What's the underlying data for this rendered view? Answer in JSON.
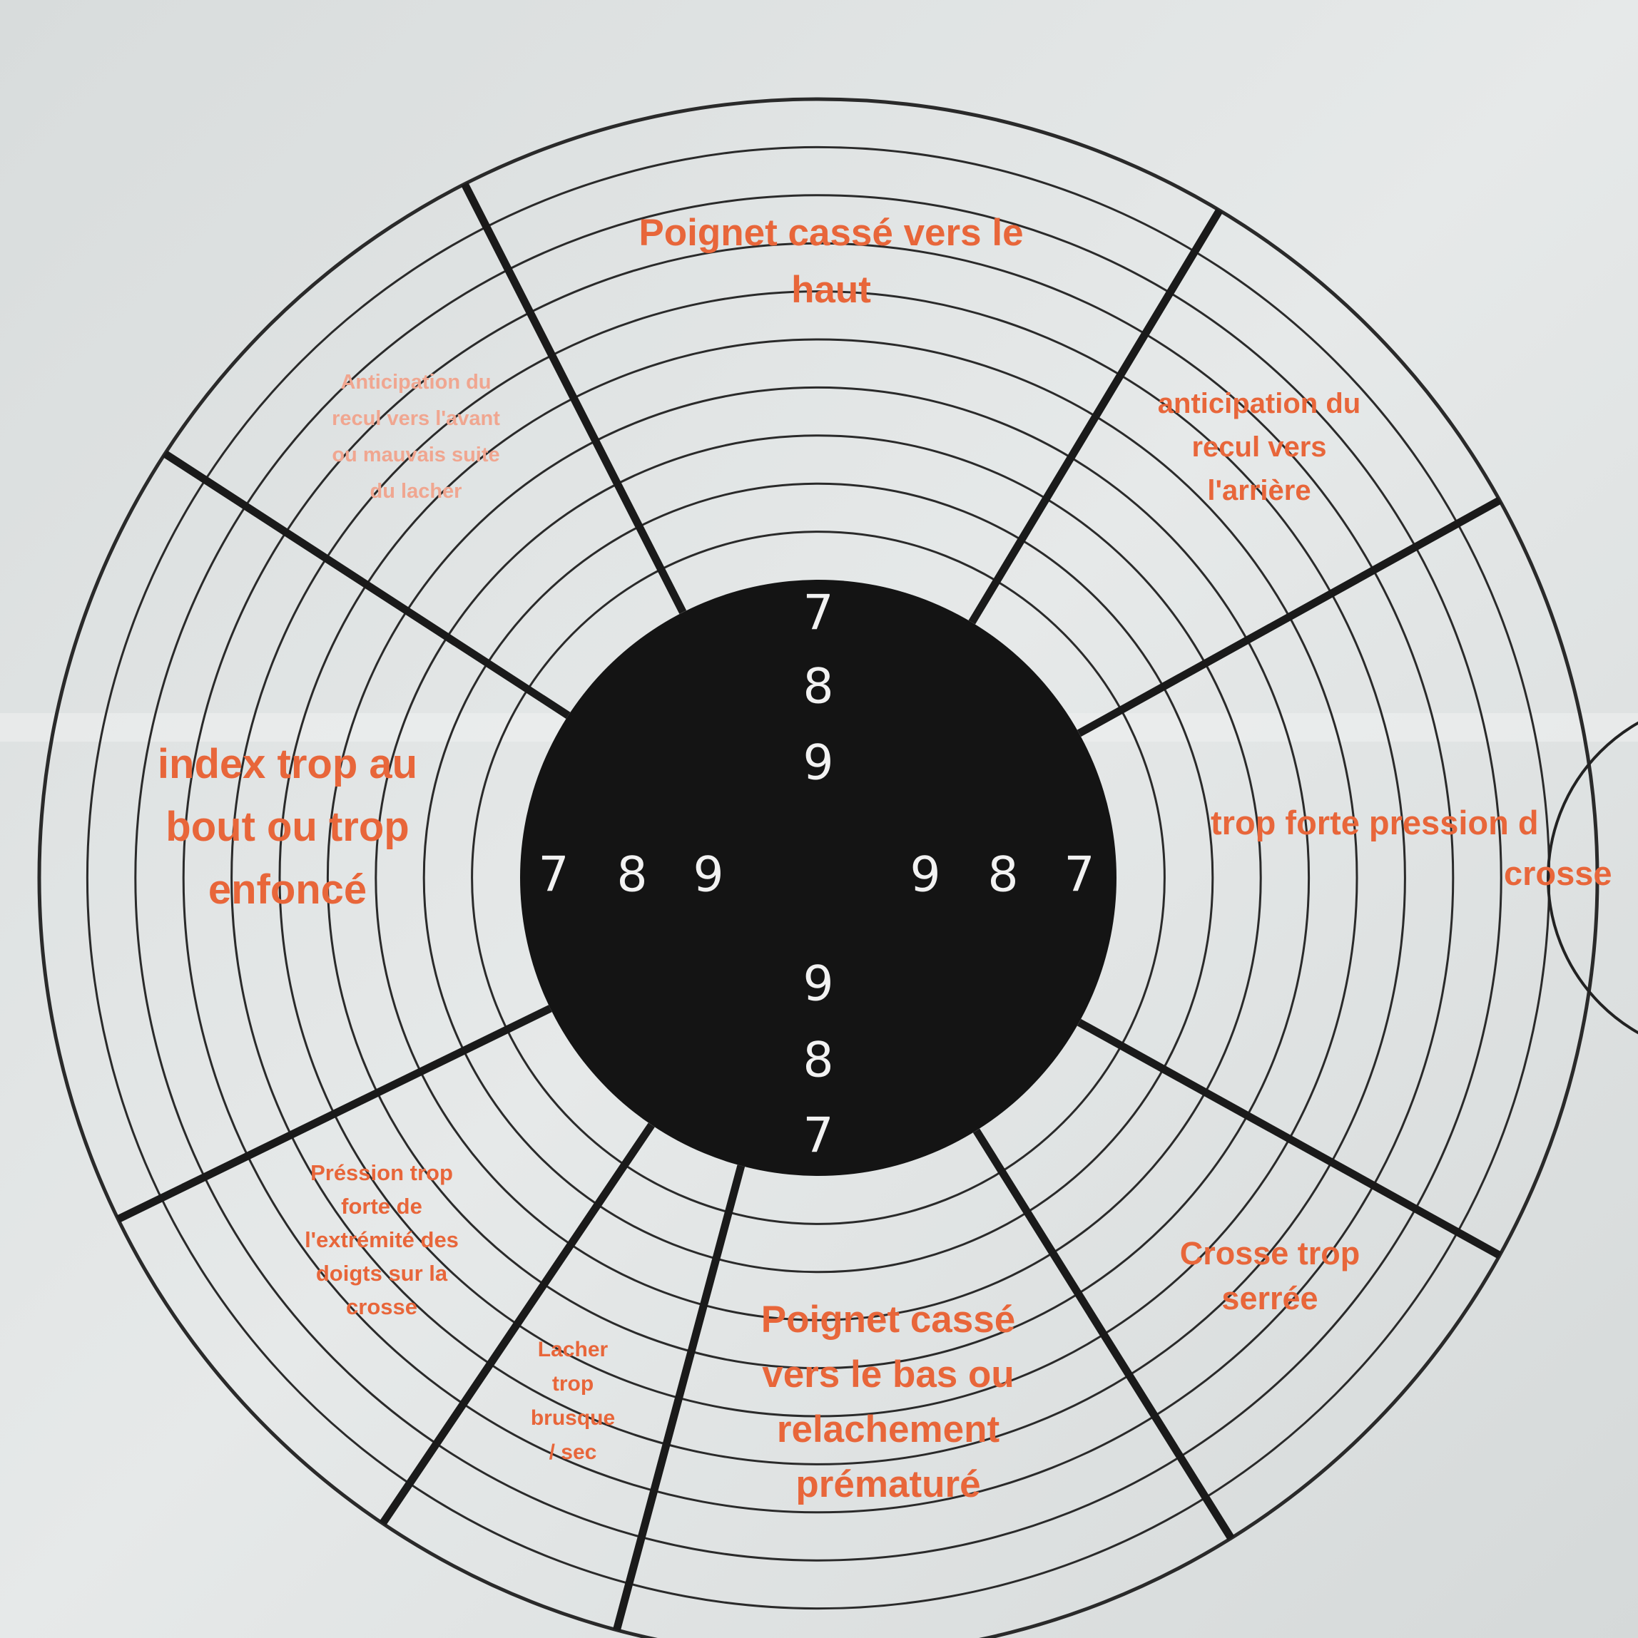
{
  "target": {
    "labels": {
      "top": [
        "Poignet cassé vers le",
        "haut"
      ],
      "top_left": [
        "Anticipation du",
        "recul vers l'avant",
        "ou mauvais suite",
        "du lacher"
      ],
      "top_right": [
        "anticipation du",
        "recul vers",
        "l'arrière"
      ],
      "left": [
        "index trop au",
        "bout ou trop",
        "enfoncé"
      ],
      "right": [
        "trop forte pression d",
        "crosse"
      ],
      "bottom_left": [
        "Préssion trop",
        "forte de",
        "l'extrémité des",
        "doigts sur la",
        "crosse"
      ],
      "bottom_left_inner": [
        "Lacher",
        "trop",
        "brusque",
        "/ sec"
      ],
      "bottom": [
        "Poignet cassé",
        "vers le bas ou",
        "relachement",
        "prématuré"
      ],
      "bottom_right": [
        "Crosse trop",
        "serrée"
      ]
    },
    "scores": {
      "top": [
        "7",
        "8",
        "9"
      ],
      "left": [
        "7",
        "8",
        "9"
      ],
      "right": [
        "9",
        "8",
        "7"
      ],
      "bottom": [
        "9",
        "8",
        "7"
      ]
    },
    "colors": {
      "label": "#e8663a",
      "bullseye": "#141414",
      "background": "#dfe3e3"
    }
  }
}
